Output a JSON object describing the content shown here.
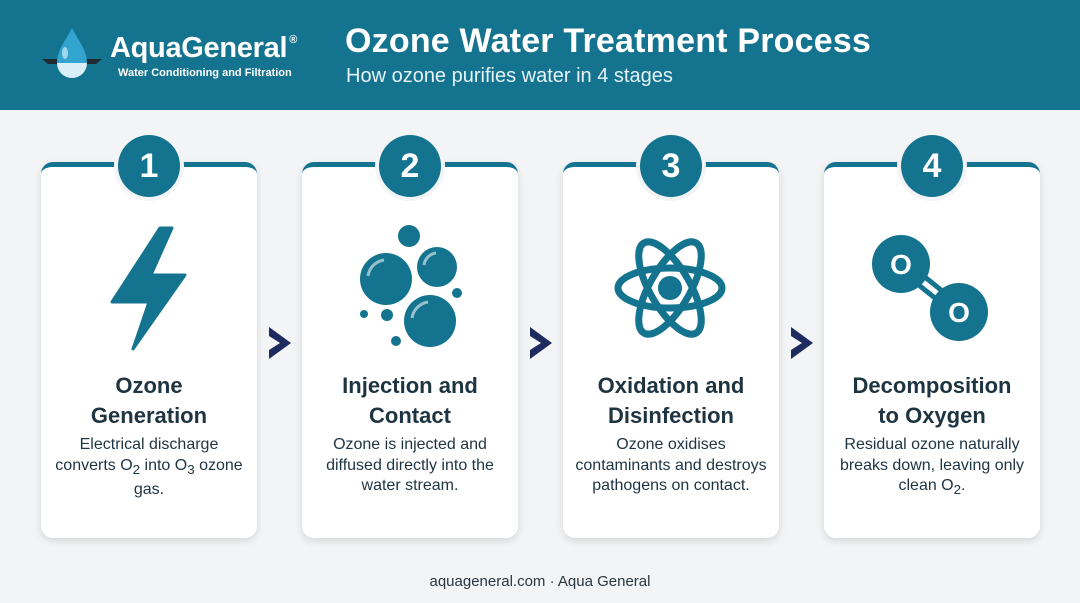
{
  "brand": {
    "name": "AquaGeneral",
    "registered": "®",
    "tagline": "Water Conditioning and Filtration"
  },
  "header": {
    "title": "Ozone Water Treatment Process",
    "subtitle": "How ozone purifies water in 4 stages"
  },
  "colors": {
    "primary": "#14748f",
    "dark_text": "#1e3441",
    "arrow": "#1d2b5e",
    "background": "#f2f4f5"
  },
  "steps": [
    {
      "number": "1",
      "icon": "lightning-bolt-icon",
      "title": "Ozone\nGeneration",
      "desc": {
        "a": "Electrical discharge converts O",
        "s1": "2",
        "b": " into O",
        "s2": "3",
        "c": " ozone gas."
      }
    },
    {
      "number": "2",
      "icon": "bubbles-icon",
      "title": "Injection and\nContact",
      "desc": "Ozone is injected and diffused directly into the water stream."
    },
    {
      "number": "3",
      "icon": "atom-icon",
      "title": "Oxidation and\nDisinfection",
      "desc": "Ozone oxidises contaminants and destroys pathogens on contact."
    },
    {
      "number": "4",
      "icon": "oxygen-molecule-icon",
      "title": "Decomposition\nto Oxygen",
      "desc": {
        "a": "Residual ozone naturally breaks down, leaving only clean O",
        "s1": "2",
        "c": "."
      },
      "atom_label": "O"
    }
  ],
  "footer": "aquageneral.com · Aqua General"
}
